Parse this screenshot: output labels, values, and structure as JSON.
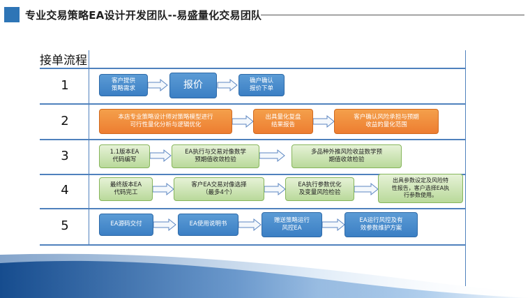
{
  "header": {
    "title": "专业交易策略EA设计开发团队--易盛量化交易团队"
  },
  "table": {
    "title": "接单流程",
    "rows": [
      {
        "num": "1",
        "steps": [
          "客户提供\n策略需求",
          "报价",
          "确户确认\n报价下单"
        ]
      },
      {
        "num": "2",
        "steps": [
          "本店专业策略设计师对策略模型进行\n可行性量化分析与逻辑优化",
          "出具量化复盘\n结果报告",
          "客户确认风险承担与预期\n收益的量化范围"
        ]
      },
      {
        "num": "3",
        "steps": [
          "1.1版本EA\n代码编写",
          "EA执行与交易对像数学\n预期值收敛检验",
          "多品种外推风险收益数学预\n期值收敛检验"
        ]
      },
      {
        "num": "4",
        "steps": [
          "最终版本EA\n代码完工",
          "客户EA交易对像选择\n（最多4个）",
          "EA执行参数优化\n及变量风险检验",
          "出具参数设定及风险特\n性报告，客户选择EA执\n行参数使用。"
        ]
      },
      {
        "num": "5",
        "steps": [
          "EA源码交付",
          "EA使用说明书",
          "赠送策略运行\n风控EA",
          "EA运行风控及有\n效参数维护方案"
        ]
      }
    ]
  }
}
